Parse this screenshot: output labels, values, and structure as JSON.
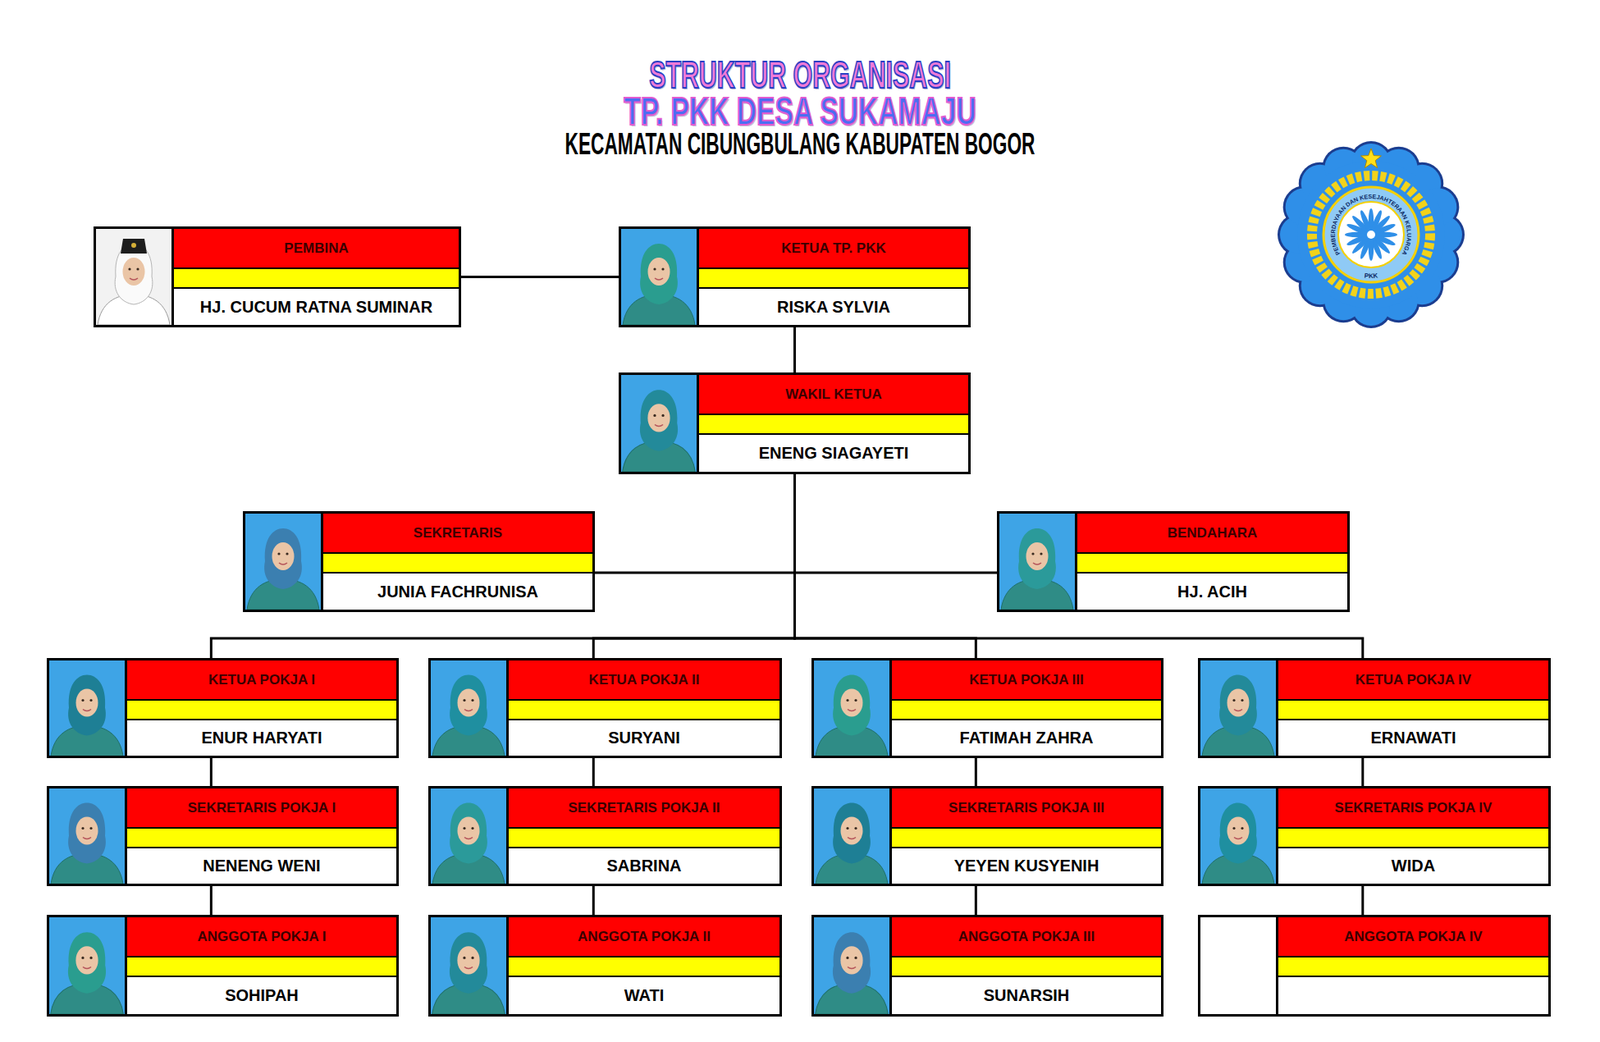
{
  "diagram": {
    "title": "STRUKTUR ORGANISASI",
    "nodes": [
      {
        "text": [
          "PEMBINA",
          "HJ. CUCUM RATNA SUMINAR"
        ]
      },
      {
        "text": [
          "KETUA TP. PKK",
          "RISKA SYLVIA"
        ]
      },
      {
        "text": [
          "WAKIL KETUA",
          "ENENG SIAGAYETI"
        ]
      },
      {
        "text": [
          "SEKRETARIS",
          "JUNIA FACHRUNISA"
        ]
      },
      {
        "text": [
          "BENDAHARA",
          "HJ. ACIH"
        ]
      },
      {
        "text": [
          "KETUA POKJA I",
          "ENUR HARYATI"
        ]
      },
      {
        "text": [
          "KETUA POKJA II",
          "SURYANI"
        ]
      },
      {
        "text": [
          "KETUA POKJA III",
          "FATIMAH ZAHRA"
        ]
      },
      {
        "text": [
          "KETUA POKJA IV",
          "ERNAWATI"
        ]
      },
      {
        "text": [
          "SEKRETARIS POKJA I",
          "NENENG WENI"
        ]
      },
      {
        "text": [
          "SEKRETARIS POKJA II",
          "SABRINA"
        ]
      },
      {
        "text": [
          "SEKRETARIS POKJA III",
          "YEYEN KUSYENIH"
        ]
      },
      {
        "text": [
          "SEKRETARIS POKJA IV",
          "WIDA"
        ]
      },
      {
        "text": [
          "ANGGOTA POKJA I",
          "SOHIPAH"
        ]
      },
      {
        "text": [
          "ANGGOTA POKJA II",
          "WATI"
        ]
      },
      {
        "text": [
          "ANGGOTA POKJA III",
          "SUNARSIH"
        ]
      },
      {
        "text": [
          "ANGGOTA POKJA IV"
        ]
      }
    ],
    "edges": [
      {
        "from": 0,
        "to": 1,
        "arrow": "none"
      },
      {
        "from": 1,
        "to": 2,
        "arrow": "none"
      },
      {
        "from": 2,
        "to": 3,
        "arrow": "none"
      },
      {
        "from": 2,
        "to": 4,
        "arrow": "none"
      },
      {
        "from": 2,
        "to": 5,
        "arrow": "none"
      },
      {
        "from": 2,
        "to": 6,
        "arrow": "none"
      },
      {
        "from": 2,
        "to": 7,
        "arrow": "none"
      },
      {
        "from": 2,
        "to": 8,
        "arrow": "none"
      },
      {
        "from": 5,
        "to": 9,
        "arrow": "none"
      },
      {
        "from": 6,
        "to": 10,
        "arrow": "none"
      },
      {
        "from": 7,
        "to": 11,
        "arrow": "none"
      },
      {
        "from": 8,
        "to": 12,
        "arrow": "none"
      },
      {
        "from": 9,
        "to": 13,
        "arrow": "none"
      },
      {
        "from": 10,
        "to": 14,
        "arrow": "none"
      },
      {
        "from": 11,
        "to": 15,
        "arrow": "none"
      },
      {
        "from": 12,
        "to": 16,
        "arrow": "none"
      }
    ],
    "labels": [
      "TP. PKK DESA SUKAMAJU",
      "KECAMATAN CIBUNGBULANG KABUPATEN BOGOR",
      "PEMBERDAYAAN DAN KESEJAHTERAAN KELUARGA",
      "PKK"
    ]
  }
}
